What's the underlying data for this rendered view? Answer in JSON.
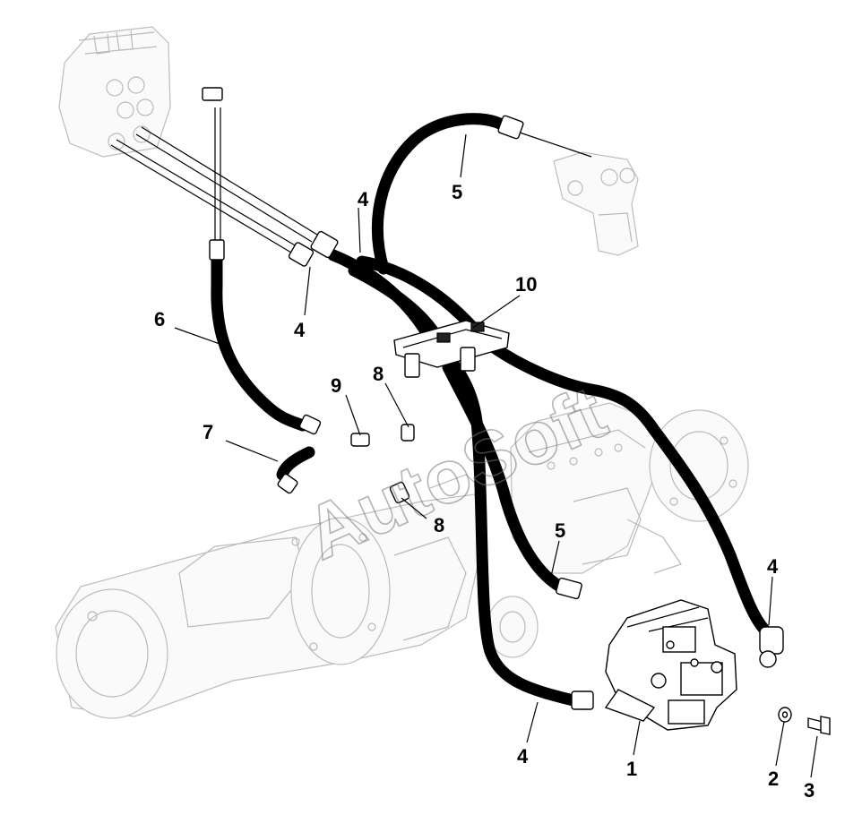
{
  "diagram": {
    "watermark": "AutoSoft",
    "callouts": [
      {
        "id": "c1",
        "label": "1"
      },
      {
        "id": "c2",
        "label": "2"
      },
      {
        "id": "c3",
        "label": "3"
      },
      {
        "id": "c4a",
        "label": "4"
      },
      {
        "id": "c4b",
        "label": "4"
      },
      {
        "id": "c4c",
        "label": "4"
      },
      {
        "id": "c4d",
        "label": "4"
      },
      {
        "id": "c5a",
        "label": "5"
      },
      {
        "id": "c5b",
        "label": "5"
      },
      {
        "id": "c6",
        "label": "6"
      },
      {
        "id": "c7",
        "label": "7"
      },
      {
        "id": "c8a",
        "label": "8"
      },
      {
        "id": "c8b",
        "label": "8"
      },
      {
        "id": "c9",
        "label": "9"
      },
      {
        "id": "c10",
        "label": "10"
      }
    ]
  }
}
